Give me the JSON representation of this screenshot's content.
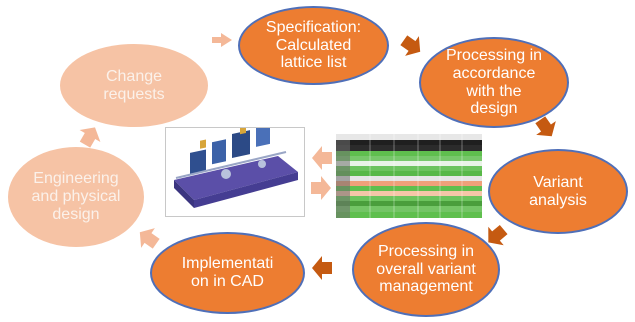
{
  "diagram": {
    "nodes": {
      "specification": "Specification:\nCalculated\nlattice list",
      "processing_design": "Processing in\naccordance\nwith the\ndesign",
      "variant_analysis": "Variant\nanalysis",
      "processing_variant_mgmt": "Processing in\noverall variant\nmanagement",
      "implementation_cad": "Implementati\non in CAD",
      "engineering_design": "Engineering\nand physical\ndesign",
      "change_requests": "Change\nrequests"
    },
    "colors": {
      "light_node": "#f6c3a5",
      "dark_node": "#ed7d31",
      "outline": "#4f6fb8",
      "light_arrow": "#f4b898",
      "dark_arrow": "#c55a11"
    },
    "images": {
      "cad_model": "cad-machine-image",
      "lattice_table": "lattice-spreadsheet-image"
    }
  }
}
